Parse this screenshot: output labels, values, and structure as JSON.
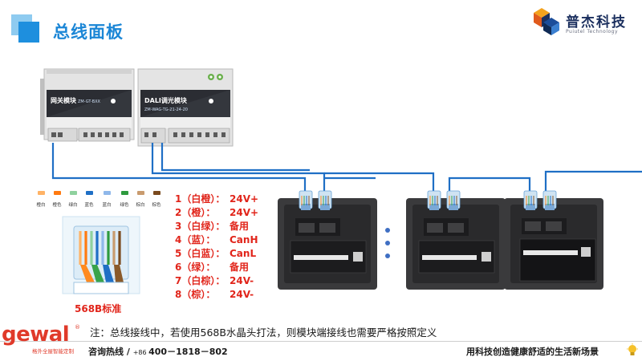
{
  "header": {
    "title": "总线面板",
    "brand_name": "普杰科技",
    "brand_en": "Puiutel Technology"
  },
  "modules": [
    {
      "label": "网关模块",
      "code": "ZM-GT-BXX"
    },
    {
      "label": "DALI调光模块",
      "code": "ZM-WAG-TG-21-24-20"
    }
  ],
  "wire_colors": [
    "橙白",
    "橙色",
    "绿白",
    "蓝色",
    "蓝白",
    "绿色",
    "棕白",
    "棕色"
  ],
  "pinout": [
    {
      "label": "1（白橙）：",
      "value": "24V+"
    },
    {
      "label": "2（橙）：",
      "value": " 24V+"
    },
    {
      "label": "3（白绿）：",
      "value": "备用"
    },
    {
      "label": "4（蓝）：",
      "value": " CanH"
    },
    {
      "label": "5（白蓝）：",
      "value": "CanL"
    },
    {
      "label": "6（绿）：",
      "value": " 备用"
    },
    {
      "label": "7（白棕）：",
      "value": "24V-"
    },
    {
      "label": "8（棕）：",
      "value": " 24V-"
    }
  ],
  "standard_label": "568B标准",
  "note": "注：总线接线中，若使用568B水晶头打法，则模块端接线也需要严格按照定义",
  "footer": {
    "logo": "gewal",
    "logo_mark": "®",
    "slogan": "格外全屋智能定制",
    "hotline_label": "咨询热线 / ",
    "hotline_cc": "+86 ",
    "hotline_number": "400－1818－802",
    "tagline": "用科技创造健康舒适的生活新场景"
  },
  "colors": {
    "accent": "#1b86d6",
    "pin_red": "#e1251b",
    "bus_wire": "#1f6fc5",
    "module_body": "#2b2d33",
    "panel_body": "#2a2a2c"
  }
}
